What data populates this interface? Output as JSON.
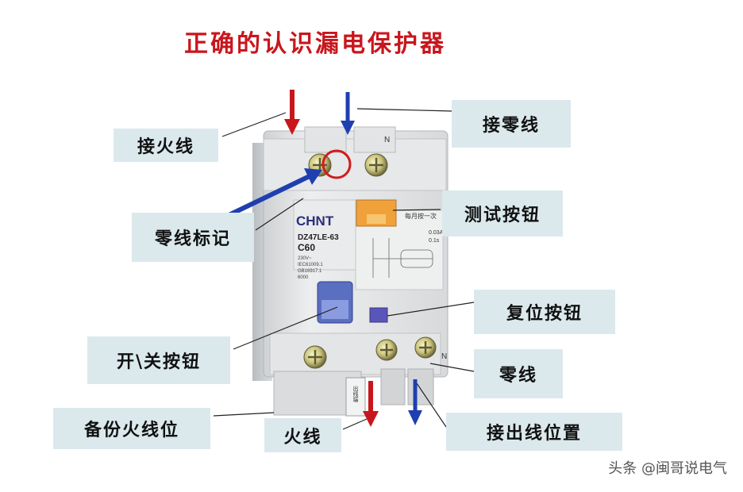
{
  "title": "正确的认识漏电保护器",
  "labels": {
    "live_in": "接火线",
    "neutral_in": "接零线",
    "neutral_mark": "零线标记",
    "test_button": "测试按钮",
    "reset_button": "复位按钮",
    "on_off_button": "开\\关按钮",
    "neutral_out": "零线",
    "spare_live": "备份火线位",
    "live_out": "火线",
    "outlet_position": "接出线位置"
  },
  "device": {
    "brand": "CHNT",
    "model": "DZ47LE-63",
    "rating": "C60",
    "spec_lines": [
      "230V~",
      "IEC61009.1",
      "GB16917.1",
      "6000"
    ],
    "test_note": "每月按一次",
    "trip_current": "0.03A",
    "trip_time": "0.1s",
    "neutral_terminal": "N",
    "outlet_mark": "出线端"
  },
  "colors": {
    "live_arrow": "#c8161d",
    "neutral_arrow": "#1f3fb0",
    "pointer_arrow": "#1f3fb0",
    "label_bg": "#dbe9ed",
    "title": "#c8161d",
    "test_button": "#f0a13a",
    "reset_button": "#5a55b8",
    "handle": "#5a6fc0"
  },
  "watermark": "头条 @闽哥说电气"
}
